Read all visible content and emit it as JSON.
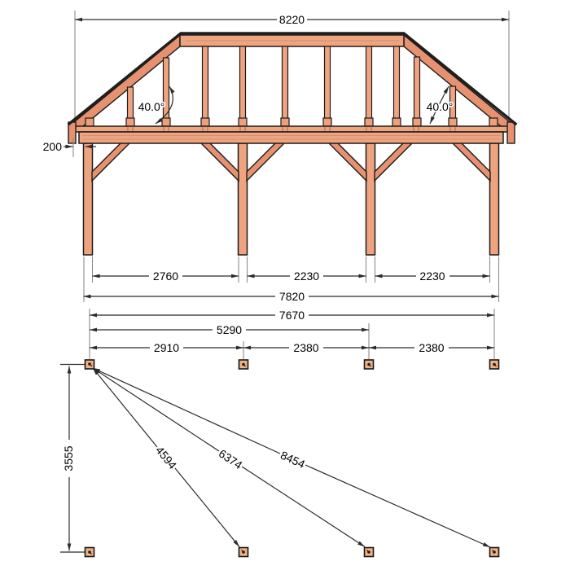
{
  "colors": {
    "background": "#ffffff",
    "wood_light": "#efa480",
    "wood_dark": "#e69270",
    "foundation_marker_fill": "#f0b183",
    "outline": "#1c1c1c",
    "dimension_line": "#2b2b2b",
    "extension_line": "#8c8c8c",
    "text": "#000000"
  },
  "elevation": {
    "roof_overall_width": "8220",
    "roof_angle_left": "40.0°",
    "roof_angle_right": "40.0°",
    "eave_overhang": "200",
    "bay_spans": [
      "2760",
      "2230",
      "2230"
    ],
    "posts_overall_width": "7820"
  },
  "plan": {
    "overall_length": "7670",
    "length_to_third_post": "5290",
    "post_spacings": [
      "2910",
      "2380",
      "2380"
    ],
    "depth": "3555",
    "diagonal_checks": [
      "4594",
      "6374",
      "8454"
    ]
  }
}
